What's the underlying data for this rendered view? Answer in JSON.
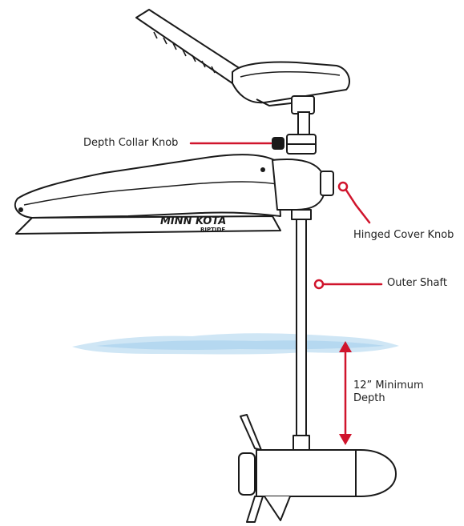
{
  "callouts": {
    "depth_collar_knob": "Depth Collar Knob",
    "hinged_cover_knob": "Hinged Cover Knob",
    "outer_shaft": "Outer Shaft",
    "minimum_depth_line1": "12” Minimum",
    "minimum_depth_line2": "Depth"
  },
  "brand": {
    "logo_text": "MINN KOTA",
    "model_text": "RIPTIDE"
  },
  "colors": {
    "callout": "#d0142c",
    "outline": "#1a1a1a",
    "water": "#bcdcf0",
    "label_text": "#222222"
  }
}
